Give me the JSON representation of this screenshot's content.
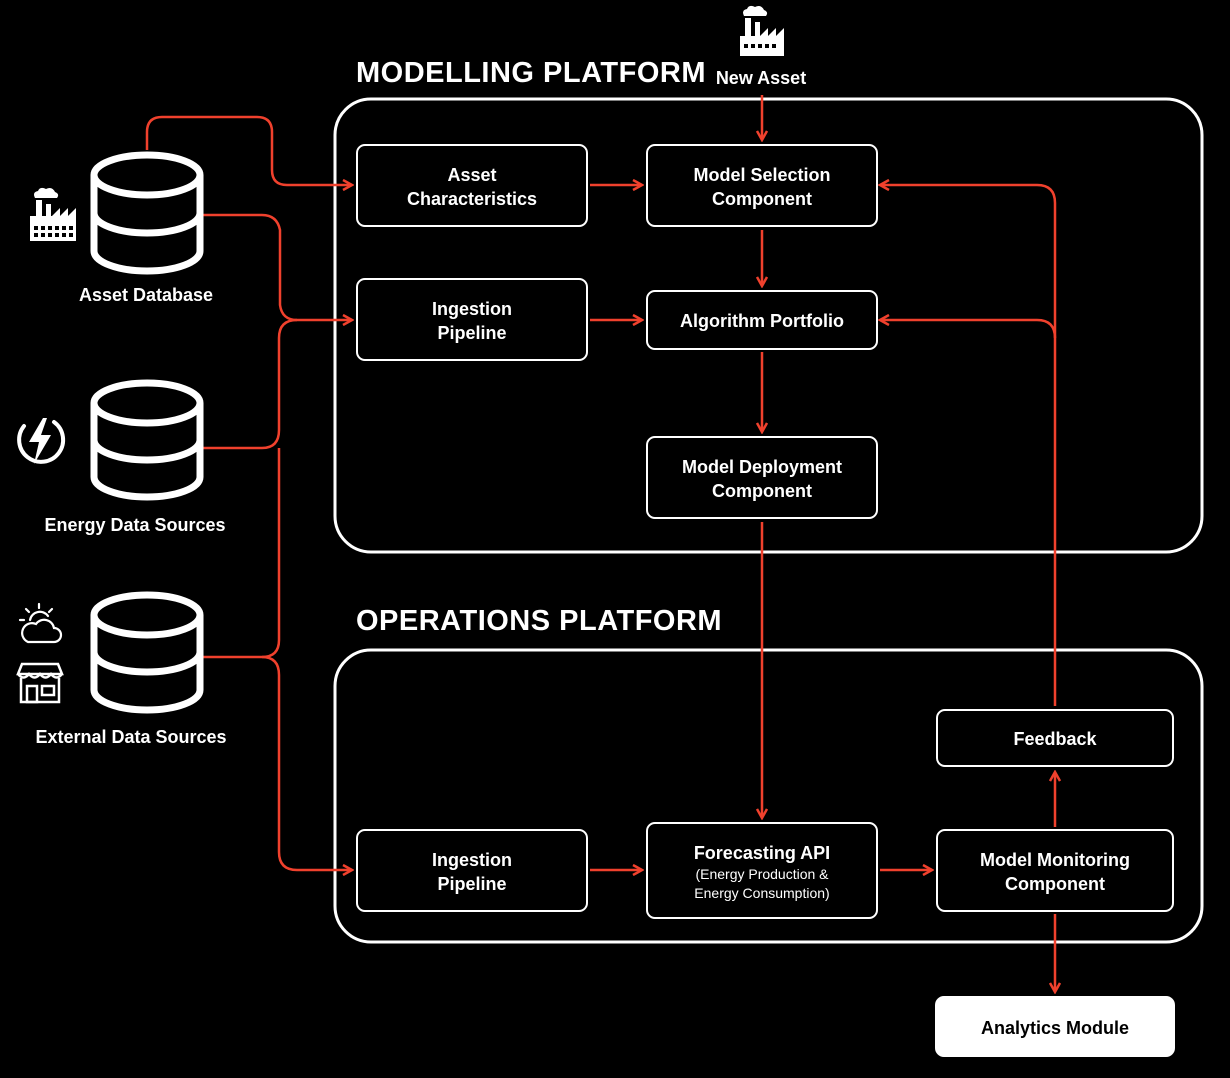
{
  "platforms": {
    "modelling_title": "MODELLING PLATFORM",
    "operations_title": "OPERATIONS PLATFORM"
  },
  "sources": {
    "asset_database": "Asset Database",
    "energy_data_sources": "Energy Data Sources",
    "external_data_sources": "External Data Sources",
    "new_asset": "New Asset"
  },
  "modelling": {
    "asset_characteristics": [
      "Asset",
      "Characteristics"
    ],
    "model_selection": [
      "Model Selection",
      "Component"
    ],
    "ingestion_pipeline": [
      "Ingestion",
      "Pipeline"
    ],
    "algorithm_portfolio": "Algorithm Portfolio",
    "model_deployment": [
      "Model Deployment",
      "Component"
    ]
  },
  "operations": {
    "ingestion_pipeline": [
      "Ingestion",
      "Pipeline"
    ],
    "forecasting_api": "Forecasting API",
    "forecasting_api_sub": [
      "(Energy Production &",
      "Energy Consumption)"
    ],
    "model_monitoring": [
      "Model Monitoring",
      "Component"
    ],
    "feedback": "Feedback"
  },
  "analytics_module": "Analytics Module",
  "colors": {
    "background": "#000000",
    "line": "#ffffff",
    "arrow": "#f0412d",
    "analytics_fill": "#ffffff"
  },
  "icons": {
    "factory_top": "factory-icon",
    "factory_left": "factory-icon",
    "energy": "lightning-bolt-icon",
    "weather": "sun-cloud-icon",
    "store": "storefront-icon",
    "database": "database-icon"
  }
}
